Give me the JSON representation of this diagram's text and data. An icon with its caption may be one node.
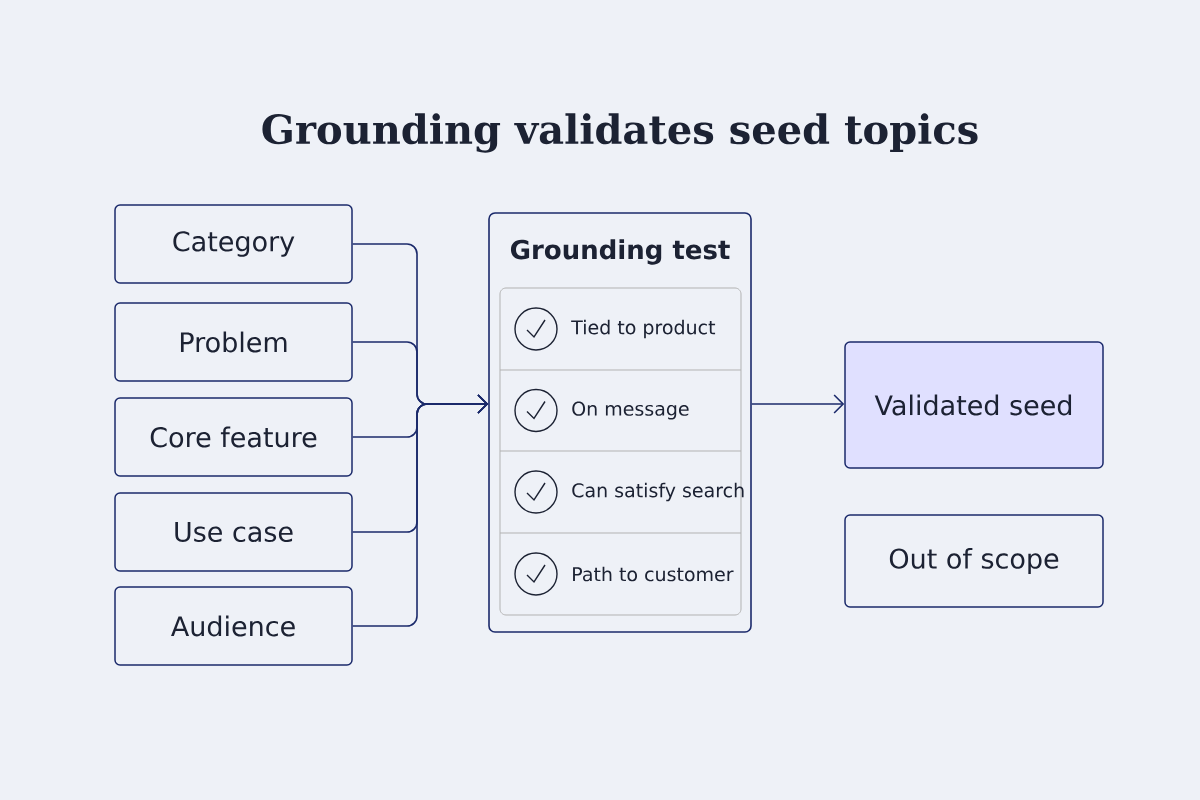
{
  "diagram": {
    "title": "Grounding validates seed topics",
    "nodes": [
      {
        "text": [
          "Category"
        ]
      },
      {
        "text": [
          "Problem"
        ]
      },
      {
        "text": [
          "Core feature"
        ]
      },
      {
        "text": [
          "Use case"
        ]
      },
      {
        "text": [
          "Audience"
        ]
      },
      {
        "text": [
          "Grounding test"
        ]
      },
      {
        "text": [
          "Tied to product"
        ],
        "in": 5
      },
      {
        "text": [
          "On message"
        ],
        "in": 5
      },
      {
        "text": [
          "Can satisfy search"
        ],
        "in": 5
      },
      {
        "text": [
          "Path to customer"
        ],
        "in": 5
      },
      {
        "text": [
          "Validated seed"
        ]
      },
      {
        "text": [
          "Out of scope"
        ]
      }
    ],
    "edges": [
      {
        "from": 0,
        "to": 5,
        "arrow": "to"
      },
      {
        "from": 1,
        "to": 5,
        "arrow": "to"
      },
      {
        "from": 2,
        "to": 5,
        "arrow": "to"
      },
      {
        "from": 3,
        "to": 5,
        "arrow": "to"
      },
      {
        "from": 4,
        "to": 5,
        "arrow": "to"
      },
      {
        "from": 5,
        "to": 10,
        "arrow": "to"
      }
    ]
  }
}
